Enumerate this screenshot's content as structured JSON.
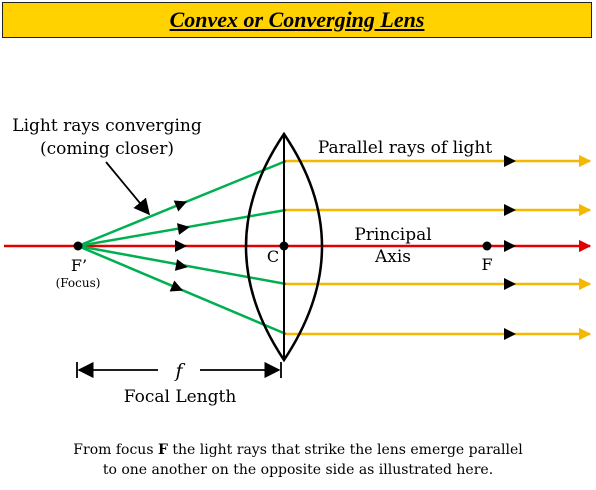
{
  "title": "Convex or Converging Lens",
  "labels": {
    "converging_line1": "Light rays converging",
    "converging_line2": "(coming closer)",
    "parallel_rays": "Parallel rays of light",
    "principal_line1": "Principal",
    "principal_line2": "Axis",
    "focus_left": "F’",
    "focus_left_note": "(Focus)",
    "center": "C",
    "focus_right": "F",
    "focal_symbol": "f",
    "focal_length": "Focal Length"
  },
  "caption": {
    "before": "From focus ",
    "bold": "F",
    "after": " the light rays that strike the lens emerge parallel",
    "line2": "to one another on the opposite side as illustrated here."
  },
  "colors": {
    "title_background": "#ffd200",
    "principal_axis": "#e00000",
    "converging_rays": "#00b050",
    "parallel_rays": "#f5b800",
    "lens_outline": "#000000"
  }
}
